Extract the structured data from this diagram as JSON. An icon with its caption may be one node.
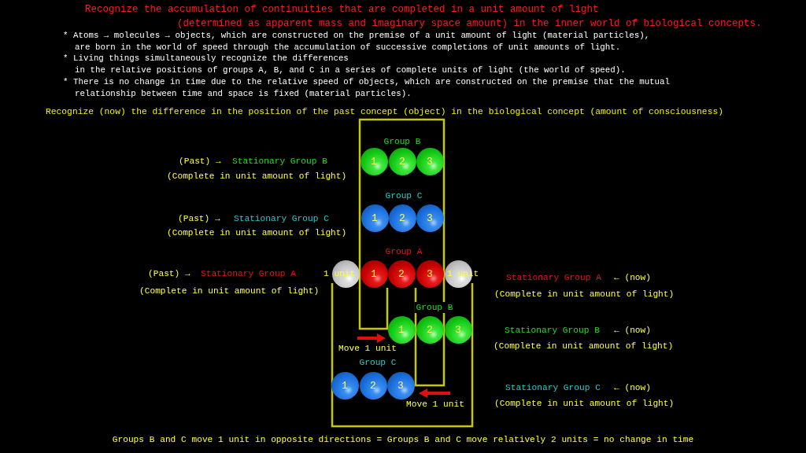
{
  "diagram": {
    "title": "Recognize the accumulation of continuities that are completed in a unit amount of light (determined as apparent mass and imaginary space amount) in the inner world of biological concepts.",
    "caption": "Groups B and C move 1 unit in opposite directions = Groups B and C move relatively 2 units = no change in time",
    "nodes": [
      {
        "text": [
          "1"
        ]
      },
      {
        "text": [
          "2"
        ]
      },
      {
        "text": [
          "3"
        ]
      },
      {
        "text": [
          "1"
        ]
      },
      {
        "text": [
          "2"
        ]
      },
      {
        "text": [
          "3"
        ]
      },
      {
        "text": [],
        "shape": "circle"
      },
      {
        "text": [
          "1"
        ]
      },
      {
        "text": [
          "2"
        ]
      },
      {
        "text": [
          "3"
        ]
      },
      {
        "text": [],
        "shape": "circle"
      },
      {
        "text": [
          "1"
        ]
      },
      {
        "text": [
          "2"
        ]
      },
      {
        "text": [
          "3"
        ]
      },
      {
        "text": [
          "1"
        ]
      },
      {
        "text": [
          "2"
        ]
      },
      {
        "text": [
          "3"
        ]
      }
    ],
    "labels": [
      "* Atoms → molecules → objects, which are constructed on the premise of a unit amount of light (material particles), are born in the world of speed through the accumulation of successive completions of unit amounts of light.",
      "* Living things simultaneously recognize the differences in the relative positions of groups A, B, and C in a series of complete units of light (the world of speed).",
      "* There is no change in time due to the relative speed of objects, which are constructed on the premise that the mutual relationship between time and space is fixed (material particles).",
      "Recognize (now) the difference in the position of the past concept (object) in the biological concept (amount of consciousness)",
      "Group B",
      "(Past) →",
      "Stationary Group B",
      "(Complete in unit amount of light)",
      "Group C",
      "(Past) →",
      "Stationary Group C",
      "(Complete in unit amount of light)",
      "Group A",
      "(Past) →",
      "Stationary Group A",
      "1 unit",
      "1 unit",
      "Stationary Group A",
      "← (now)",
      "(Complete in unit amount of light)",
      "(Complete in unit amount of light)",
      "Group B",
      "Stationary Group B",
      "← (now)",
      "Move 1 unit",
      "(Complete in unit amount of light)",
      "Group C",
      "Stationary Group C",
      "← (now)",
      "Move 1 unit",
      "(Complete in unit amount of light)"
    ]
  }
}
